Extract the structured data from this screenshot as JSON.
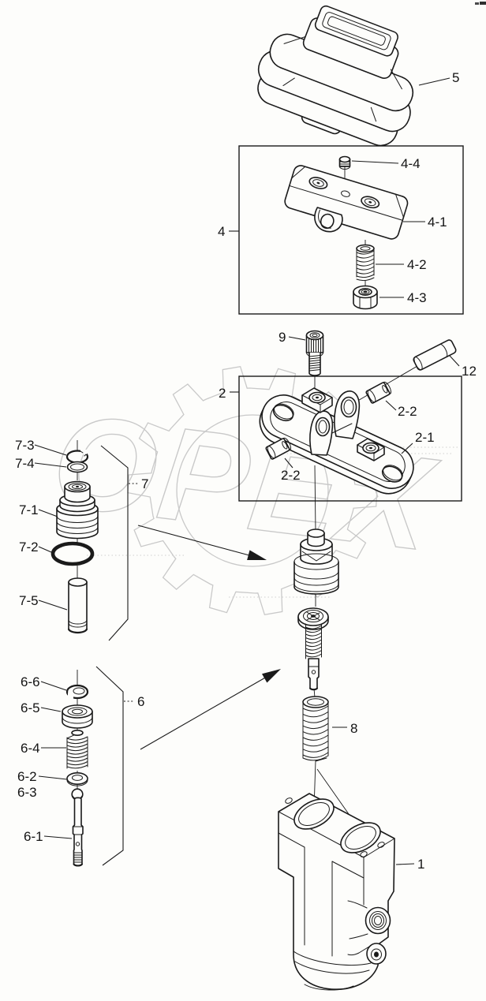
{
  "colors": {
    "line": "#1a1a1a",
    "watermark": "#c9c9c9",
    "background": "#fdfdfb"
  },
  "watermark": {
    "text": "OPEX"
  },
  "labels": {
    "l5": "5",
    "l4": "4",
    "l4_4": "4-4",
    "l4_1": "4-1",
    "l4_2": "4-2",
    "l4_3": "4-3",
    "l9": "9",
    "l12": "12",
    "l2": "2",
    "l2_2a": "2-2",
    "l2_1": "2-1",
    "l2_2b": "2-2",
    "l7_3": "7-3",
    "l7_4": "7-4",
    "l7": "7",
    "l7_1": "7-1",
    "l7_2": "7-2",
    "l7_5": "7-5",
    "l6_6": "6-6",
    "l6_5": "6-5",
    "l6": "6",
    "l6_4": "6-4",
    "l6_2": "6-2",
    "l6_3": "6-3",
    "l6_1": "6-1",
    "l8": "8",
    "l1": "1"
  }
}
